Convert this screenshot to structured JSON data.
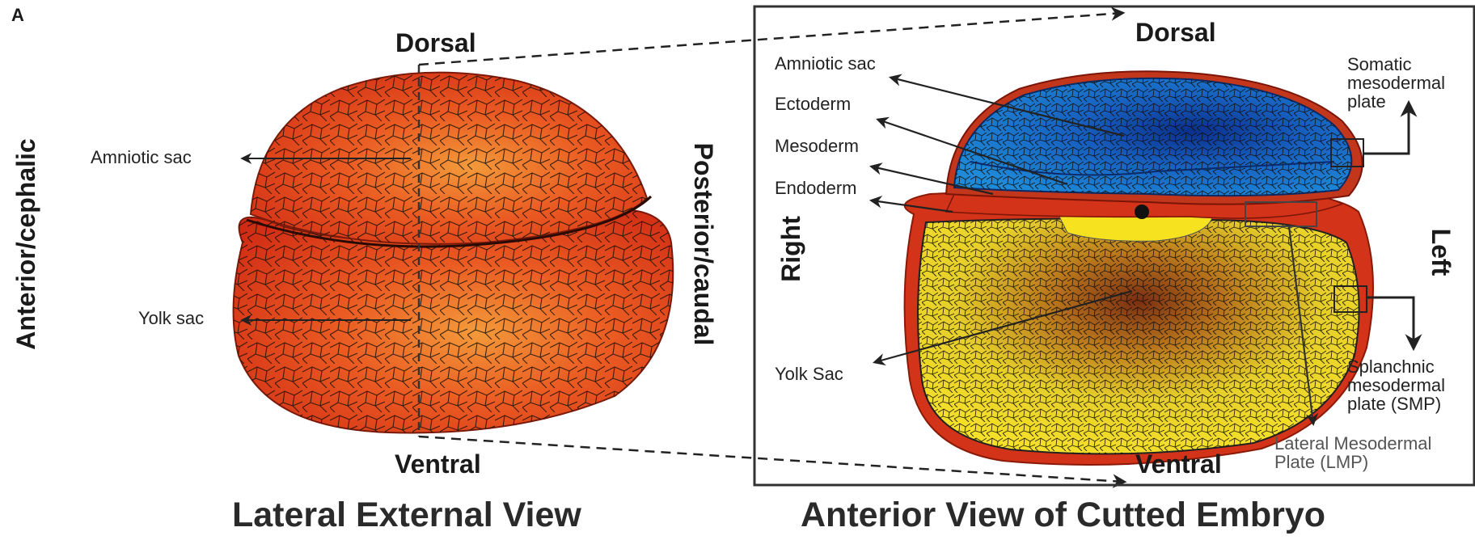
{
  "panel_label": "A",
  "lateral": {
    "dorsal": "Dorsal",
    "ventral": "Ventral",
    "anterior": "Anterior/cephalic",
    "posterior": "Posterior/caudal",
    "amniotic_sac": "Amniotic sac",
    "yolk_sac": "Yolk sac",
    "title": "Lateral External View"
  },
  "anterior": {
    "dorsal": "Dorsal",
    "ventral": "Ventral",
    "right": "Right",
    "left": "Left",
    "amniotic_sac": "Amniotic sac",
    "ectoderm": "Ectoderm",
    "mesoderm": "Mesoderm",
    "endoderm": "Endoderm",
    "yolk_sac": "Yolk Sac",
    "somatic": "Somatic mesodermal plate",
    "splanchnic": "Splanchnic mesodermal plate (SMP)",
    "lmp": "Lateral Mesodermal Plate (LMP)",
    "title": "Anterior View of Cutted Embryo"
  },
  "colors": {
    "embryo_red": "#d9361a",
    "embryo_orange": "#f07a2a",
    "amnion_blue": "#1a78c8",
    "amnion_dark": "#0d3f9a",
    "yolk_yellow": "#f1df2a",
    "yolk_dark": "#8a4a1a",
    "line": "#222222"
  }
}
